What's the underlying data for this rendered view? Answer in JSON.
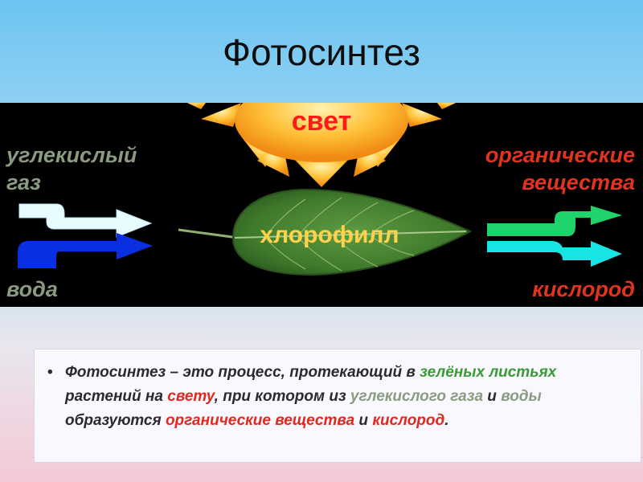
{
  "slide": {
    "title": "Фотосинтез"
  },
  "diagram": {
    "light_label": "свет",
    "chlorophyll_label": "хлорофилл",
    "input_co2": [
      "углекислый",
      "газ"
    ],
    "input_water": "вода",
    "output_organic": [
      "органические",
      "вещества"
    ],
    "output_oxygen": "кислород",
    "colors": {
      "panel_bg": "#000000",
      "sun": "#f7a21b",
      "leaf": "#3f7a2c",
      "arrow_co2": "#e8fbff",
      "arrow_water": "#0a2fe0",
      "arrow_organic": "#1fd36a",
      "arrow_oxygen": "#18e4e4",
      "label_inputs": "#8a9b80",
      "label_outputs": "#e0341f"
    },
    "icons": [
      "sun-icon",
      "leaf-icon",
      "arrow-right-icon"
    ]
  },
  "bullet": {
    "p1": "Фотосинтез – это процесс, протекающий в ",
    "green_leaves": "зелёных листьях",
    "p2": " растений на ",
    "light": "свету",
    "p3": ", при котором из ",
    "co2": "углекислого газа",
    "p4": " и ",
    "water": "воды",
    "p5": " образуются ",
    "organic": "органические вещества",
    "p6": " и ",
    "oxygen": "кислород",
    "p7": "."
  }
}
